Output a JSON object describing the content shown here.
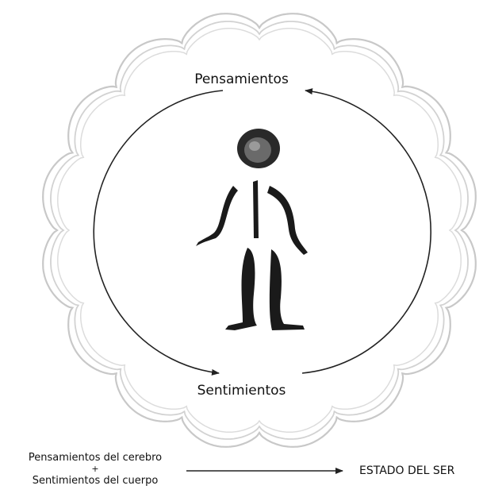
{
  "diagram": {
    "top_label": "Pensamientos",
    "bottom_label": "Sentimientos",
    "figure": "stick-figure",
    "formula": {
      "line1": "Pensamientos del cerebro",
      "operator": "+",
      "line2": "Sentimientos del cuerpo"
    },
    "result": "ESTADO DEL SER"
  }
}
